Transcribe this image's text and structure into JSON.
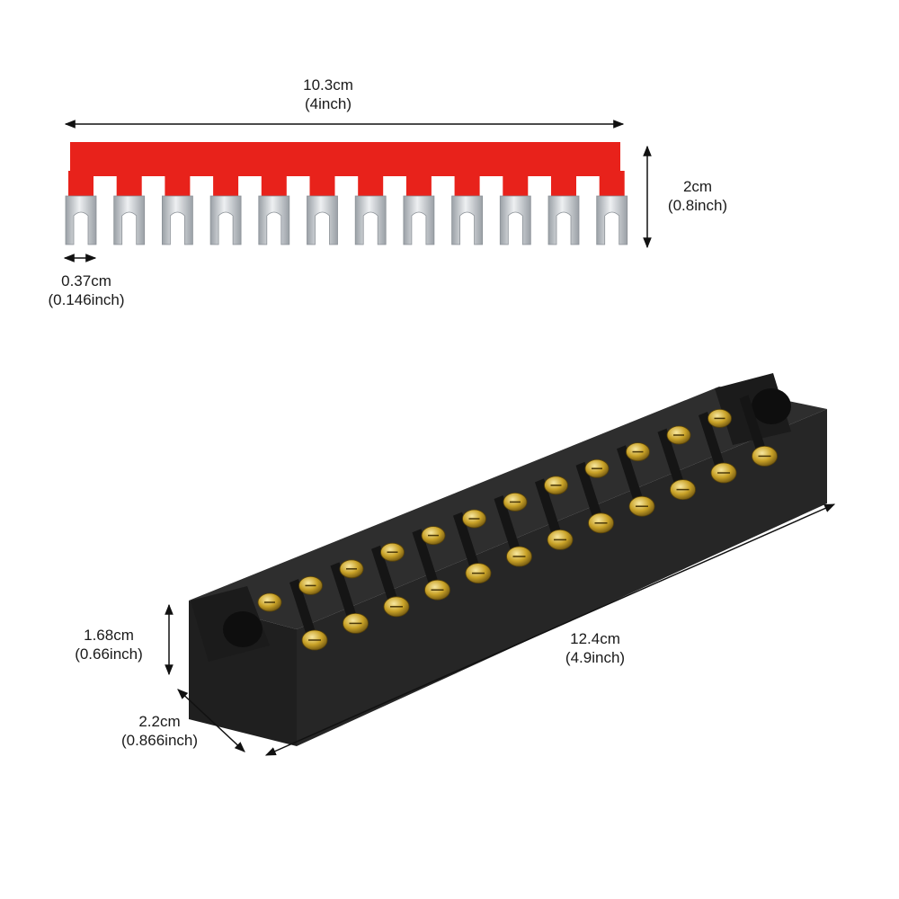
{
  "dimensions": {
    "jumper_length": {
      "metric": "10.3cm",
      "imperial": "(4inch)"
    },
    "jumper_height": {
      "metric": "2cm",
      "imperial": "(0.8inch)"
    },
    "fork_gap": {
      "metric": "0.37cm",
      "imperial": "(0.146inch)"
    },
    "block_height": {
      "metric": "1.68cm",
      "imperial": "(0.66inch)"
    },
    "block_depth": {
      "metric": "2.2cm",
      "imperial": "(0.866inch)"
    },
    "block_length": {
      "metric": "12.4cm",
      "imperial": "(4.9inch)"
    }
  },
  "components": {
    "jumper_fork_count": 12,
    "terminal_positions": 12,
    "screw_rows": 2
  },
  "colors": {
    "jumper_red": "#e8221b",
    "fork_silver": "#c9cdd1",
    "block_black": "#232323",
    "screw_brass": "#c9a227",
    "dimension_line": "#111111"
  }
}
